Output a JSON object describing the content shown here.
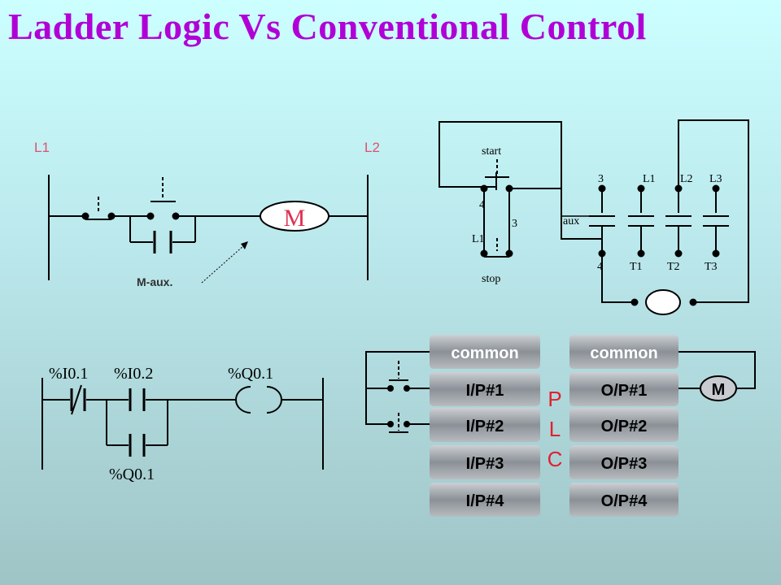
{
  "title": "Ladder Logic Vs Conventional Control",
  "relay_ladder": {
    "rail_left": "L1",
    "rail_right": "L2",
    "motor": "M",
    "aux_label": "M-aux."
  },
  "conventional": {
    "start": "start",
    "stop": "stop",
    "aux": "aux",
    "l1": "L1",
    "terminal_4a": "4",
    "terminal_3a": "3",
    "terminal_3b": "3",
    "terminal_4b": "4",
    "lines": [
      "L1",
      "L2",
      "L3"
    ],
    "outputs": [
      "T1",
      "T2",
      "T3"
    ]
  },
  "plc_ladder": {
    "contact1": "%I0.1",
    "contact2": "%I0.2",
    "coil": "%Q0.1",
    "holding": "%Q0.1"
  },
  "plc": {
    "label": [
      "P",
      "L",
      "C"
    ],
    "inputs": [
      "common",
      "I/P#1",
      "I/P#2",
      "I/P#3",
      "I/P#4"
    ],
    "outputs": [
      "common",
      "O/P#1",
      "O/P#2",
      "O/P#3",
      "O/P#4"
    ],
    "motor": "M"
  }
}
